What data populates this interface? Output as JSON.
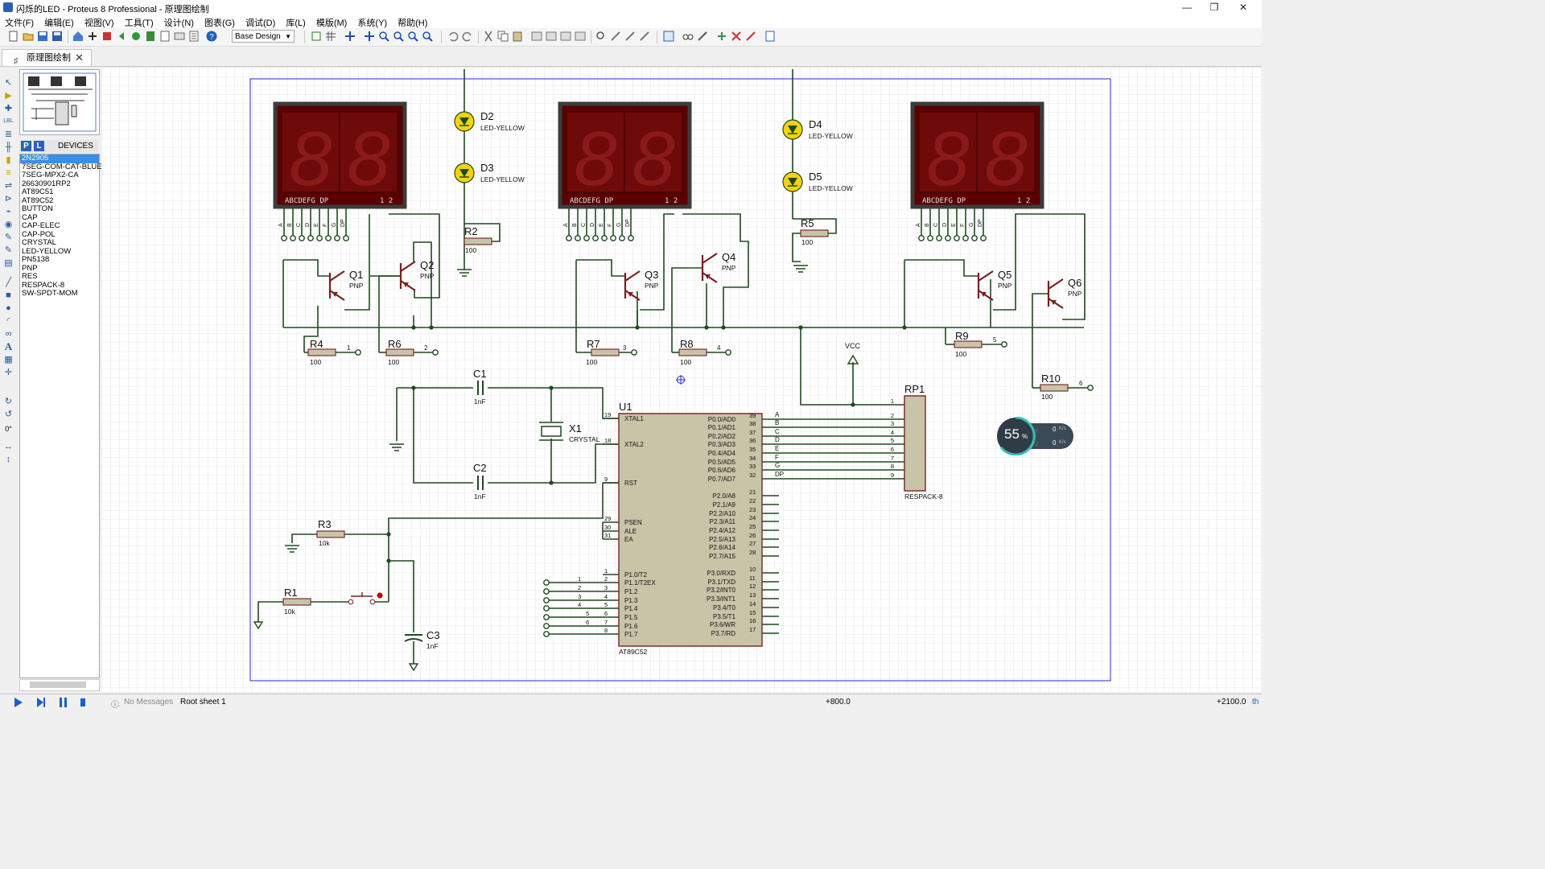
{
  "window": {
    "title": "闪烁的LED - Proteus 8 Professional - 原理图绘制",
    "controls": {
      "minimize": "—",
      "maximize": "❐",
      "close": "✕"
    }
  },
  "menu": [
    "文件(F)",
    "编辑(E)",
    "视图(V)",
    "工具(T)",
    "设计(N)",
    "图表(G)",
    "调试(D)",
    "库(L)",
    "模版(M)",
    "系统(Y)",
    "帮助(H)"
  ],
  "toolbar": {
    "design_select": "Base Design"
  },
  "tab": {
    "label": "原理图绘制",
    "close": "✕"
  },
  "devices": {
    "header": "DEVICES",
    "p_button": "P",
    "l_button": "L",
    "items": [
      "2N2905",
      "7SEG-COM-CAT-BLUE",
      "7SEG-MPX2-CA",
      "26630901RP2",
      "AT89C51",
      "AT89C52",
      "BUTTON",
      "CAP",
      "CAP-ELEC",
      "CAP-POL",
      "CRYSTAL",
      "LED-YELLOW",
      "PN5138",
      "PNP",
      "RES",
      "RESPACK-8",
      "SW-SPDT-MOM"
    ],
    "selected_index": 0
  },
  "left_tools": {
    "rotation": "0°"
  },
  "schematic": {
    "displays": {
      "segment_labels": "ABCDEFG DP",
      "digit_labels": "1 2",
      "pins": [
        "A",
        "B",
        "C",
        "D",
        "E",
        "F",
        "G",
        "DP"
      ]
    },
    "leds": [
      {
        "ref": "D2",
        "value": "LED-YELLOW"
      },
      {
        "ref": "D3",
        "value": "LED-YELLOW"
      },
      {
        "ref": "D4",
        "value": "LED-YELLOW"
      },
      {
        "ref": "D5",
        "value": "LED-YELLOW"
      }
    ],
    "transistors": [
      {
        "ref": "Q1",
        "type": "PNP"
      },
      {
        "ref": "Q2",
        "type": "PNP"
      },
      {
        "ref": "Q3",
        "type": "PNP"
      },
      {
        "ref": "Q4",
        "type": "PNP"
      },
      {
        "ref": "Q5",
        "type": "PNP"
      },
      {
        "ref": "Q6",
        "type": "PNP"
      }
    ],
    "resistors": [
      {
        "ref": "R2",
        "value": "100"
      },
      {
        "ref": "R5",
        "value": "100"
      },
      {
        "ref": "R4",
        "value": "100",
        "net": "1"
      },
      {
        "ref": "R6",
        "value": "100",
        "net": "2"
      },
      {
        "ref": "R7",
        "value": "100",
        "net": "3"
      },
      {
        "ref": "R8",
        "value": "100",
        "net": "4"
      },
      {
        "ref": "R9",
        "value": "100",
        "net": "5"
      },
      {
        "ref": "R10",
        "value": "100",
        "net": "6"
      },
      {
        "ref": "R3",
        "value": "10k"
      },
      {
        "ref": "R1",
        "value": "10k"
      }
    ],
    "capacitors": [
      {
        "ref": "C1",
        "value": "1nF"
      },
      {
        "ref": "C2",
        "value": "1nF"
      },
      {
        "ref": "C3",
        "value": "1nF"
      }
    ],
    "crystal": {
      "ref": "X1",
      "value": "CRYSTAL"
    },
    "vcc": "VCC",
    "mcu": {
      "ref": "U1",
      "part": "AT89C52",
      "left_pins": [
        {
          "num": "19",
          "name": "XTAL1"
        },
        {
          "num": "18",
          "name": "XTAL2"
        },
        {
          "num": "9",
          "name": "RST"
        },
        {
          "num": "29",
          "name": "PSEN"
        },
        {
          "num": "30",
          "name": "ALE"
        },
        {
          "num": "31",
          "name": "EA"
        },
        {
          "num": "1",
          "name": "P1.0/T2"
        },
        {
          "num": "2",
          "name": "P1.1/T2EX"
        },
        {
          "num": "3",
          "name": "P1.2"
        },
        {
          "num": "4",
          "name": "P1.3"
        },
        {
          "num": "5",
          "name": "P1.4"
        },
        {
          "num": "6",
          "name": "P1.5"
        },
        {
          "num": "7",
          "name": "P1.6"
        },
        {
          "num": "8",
          "name": "P1.7"
        }
      ],
      "right_pins": [
        {
          "num": "39",
          "name": "P0.0/AD0"
        },
        {
          "num": "38",
          "name": "P0.1/AD1"
        },
        {
          "num": "37",
          "name": "P0.2/AD2"
        },
        {
          "num": "36",
          "name": "P0.3/AD3"
        },
        {
          "num": "35",
          "name": "P0.4/AD4"
        },
        {
          "num": "34",
          "name": "P0.5/AD5"
        },
        {
          "num": "33",
          "name": "P0.6/AD6"
        },
        {
          "num": "32",
          "name": "P0.7/AD7"
        },
        {
          "num": "21",
          "name": "P2.0/A8"
        },
        {
          "num": "22",
          "name": "P2.1/A9"
        },
        {
          "num": "23",
          "name": "P2.2/A10"
        },
        {
          "num": "24",
          "name": "P2.3/A11"
        },
        {
          "num": "25",
          "name": "P2.4/A12"
        },
        {
          "num": "26",
          "name": "P2.5/A13"
        },
        {
          "num": "27",
          "name": "P2.6/A14"
        },
        {
          "num": "28",
          "name": "P2.7/A15"
        },
        {
          "num": "10",
          "name": "P3.0/RXD"
        },
        {
          "num": "11",
          "name": "P3.1/TXD"
        },
        {
          "num": "12",
          "name": "P3.2/INT0"
        },
        {
          "num": "13",
          "name": "P3.3/INT1"
        },
        {
          "num": "14",
          "name": "P3.4/T0"
        },
        {
          "num": "15",
          "name": "P3.5/T1"
        },
        {
          "num": "16",
          "name": "P3.6/WR"
        },
        {
          "num": "17",
          "name": "P3.7/RD"
        }
      ],
      "p1_net_labels": [
        "1",
        "2",
        "3",
        "4",
        "5",
        "6"
      ]
    },
    "respack": {
      "ref": "RP1",
      "part": "RESPACK-8",
      "pins": [
        "1",
        "2",
        "3",
        "4",
        "5",
        "6",
        "7",
        "8",
        "9"
      ],
      "bus_labels": [
        "A",
        "B",
        "C",
        "D",
        "E",
        "F",
        "G",
        "DP"
      ]
    }
  },
  "net_widget": {
    "percent": "55",
    "percent_unit": "%",
    "up": "0",
    "down": "0",
    "unit": "K/s"
  },
  "status": {
    "messages": "No Messages",
    "sheet": "Root sheet 1",
    "coord_x": "+800.0",
    "coord_y": "+2100.0",
    "unit": "th"
  }
}
